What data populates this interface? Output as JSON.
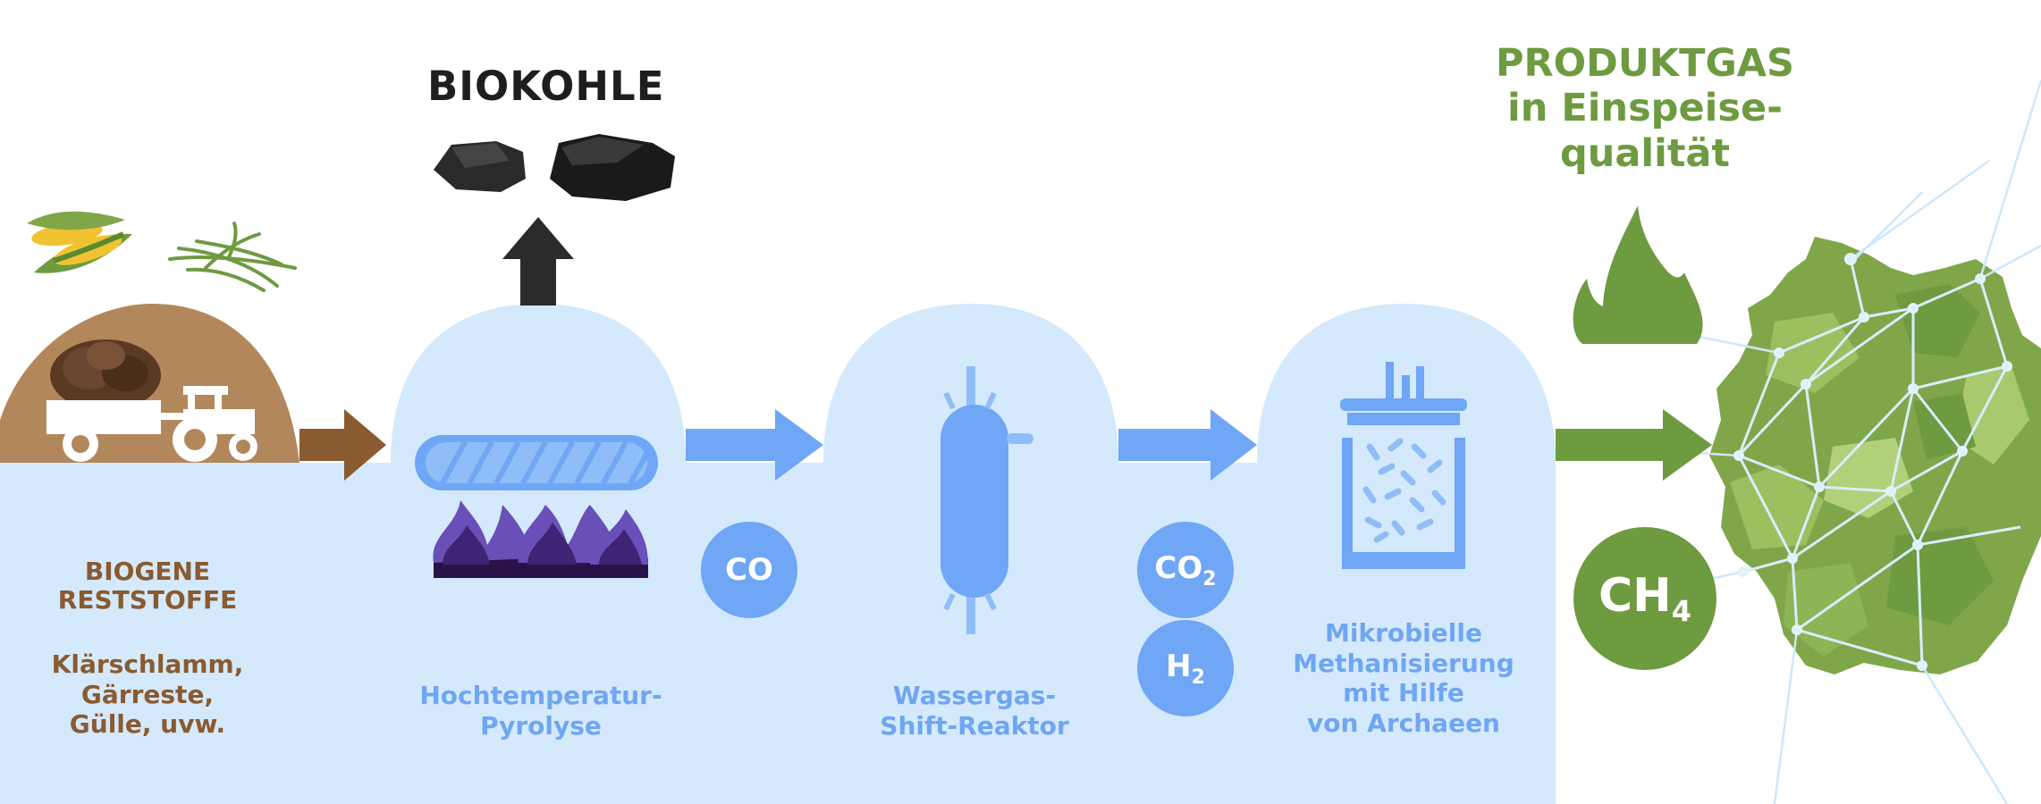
{
  "biochar": {
    "title": "BIOKOHLE"
  },
  "product_gas": {
    "lines": [
      "PRODUKTGAS",
      "in Einspeise-",
      "qualität"
    ]
  },
  "feedstock": {
    "title_lines": [
      "BIOGENE",
      "RESTSTOFFE"
    ],
    "example_lines": [
      "Klärschlamm,",
      "Gärreste,",
      "Gülle, uvw."
    ]
  },
  "stages": {
    "pyrolysis": {
      "lines": [
        "Hochtemperatur-",
        "Pyrolyse"
      ]
    },
    "shift": {
      "lines": [
        "Wassergas-",
        "Shift-Reaktor"
      ]
    },
    "methanation": {
      "lines": [
        "Mikrobielle",
        "Methanisierung",
        "mit Hilfe",
        "von Archaeen"
      ]
    }
  },
  "gases": {
    "co": "CO",
    "co2": {
      "base": "CO",
      "sub": "2"
    },
    "h2": {
      "base": "H",
      "sub": "2"
    },
    "ch4": {
      "base": "CH",
      "sub": "4"
    }
  },
  "icons": {
    "feedstock": [
      "corn-icon",
      "grass-icon",
      "manure-heap-icon",
      "tractor-icon"
    ],
    "pyrolysis": [
      "screw-conveyor-icon",
      "flames-icon"
    ],
    "shift": "shift-reactor-vessel-icon",
    "methanation": "bioreactor-archaea-icon",
    "biochar": "coal-lumps-icon",
    "product": [
      "green-flame-icon",
      "germany-gas-network-map-icon"
    ]
  },
  "colors": {
    "panel_bg": "#d4e9fb",
    "stage_blue": "#6fa6f5",
    "feed_brown": "#8a5a30",
    "product_green": "#6e9a40",
    "biochar_black": "#1e1e1e"
  }
}
